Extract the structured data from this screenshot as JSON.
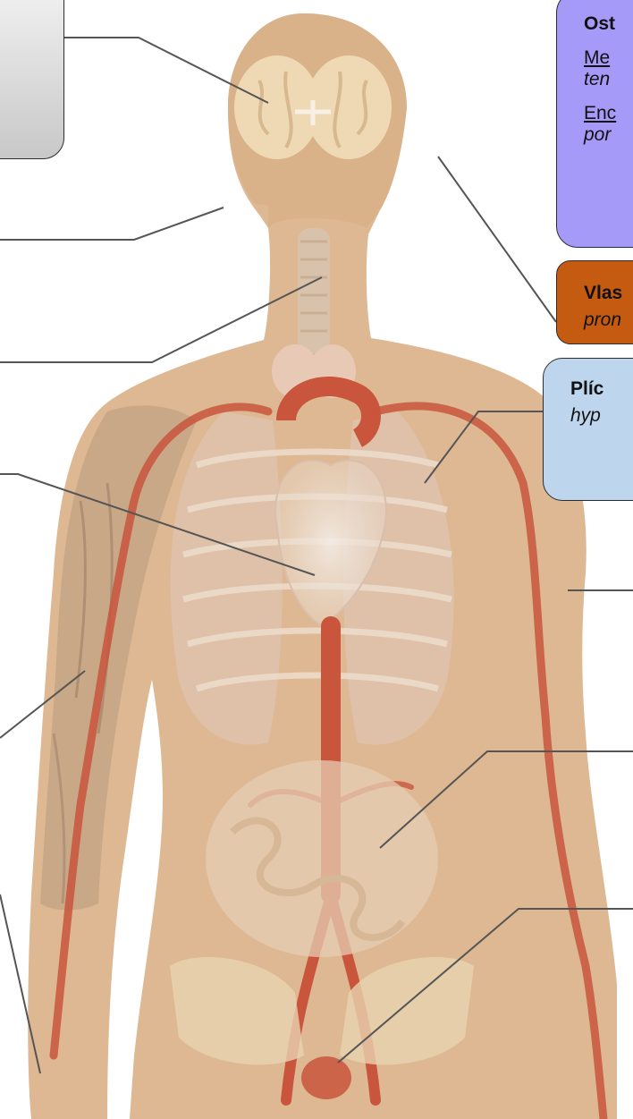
{
  "colors": {
    "body_skin": "#deb892",
    "artery": "#c8553c",
    "leader_line": "#555555",
    "callout_purple": "#a59af7",
    "callout_orange": "#c55a11",
    "callout_blue": "#bdd6ee",
    "callout_gray": "#d9d9d9"
  },
  "callouts": {
    "purple": {
      "title": "Ost",
      "line1": "Me",
      "line2": "ten",
      "line3": "Enc",
      "line4": "por"
    },
    "orange": {
      "title": "Vlas",
      "line1": "pron"
    },
    "blue": {
      "title": "Plíc",
      "line1": "hyp"
    },
    "gray": {}
  },
  "icons": [
    "human-body-silhouette",
    "brain-icon",
    "trachea-icon",
    "thyroid-icon",
    "heart-icon",
    "lungs-icon",
    "aorta-icon",
    "arm-muscle-icon",
    "intestines-icon",
    "pelvis-icon",
    "uterus-icon"
  ]
}
